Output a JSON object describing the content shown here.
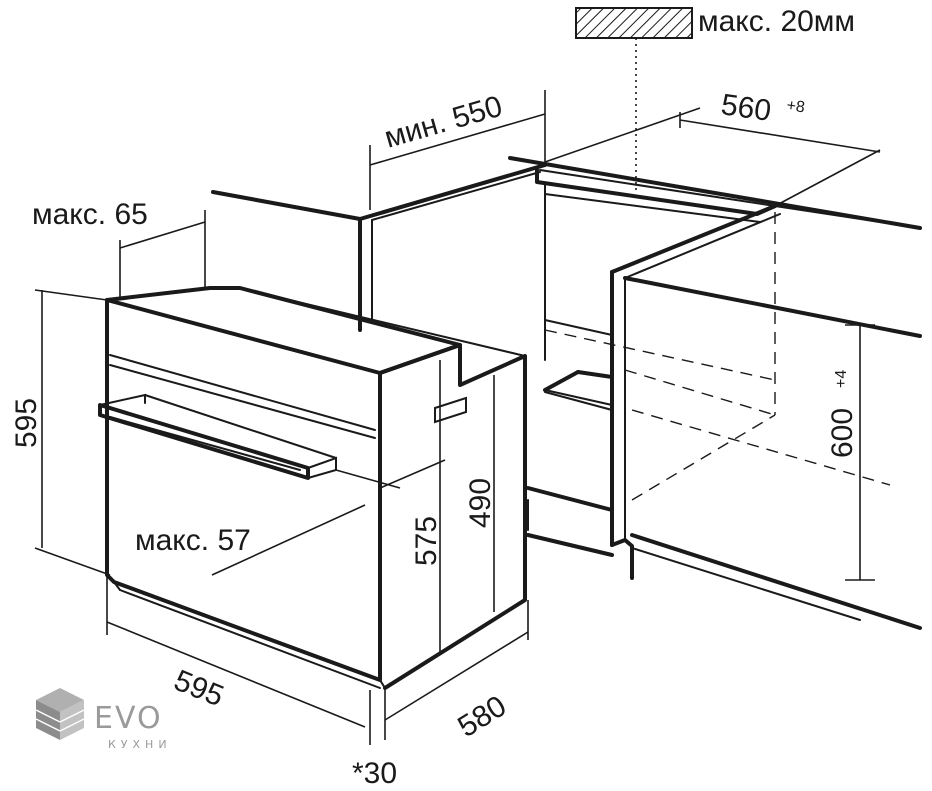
{
  "labels": {
    "max_countertop": "макс. 20мм",
    "min_depth": "мин. 550",
    "niche_width": "560",
    "niche_width_tol": "+8",
    "max_front": "макс. 65",
    "oven_height": "595",
    "niche_height": "600",
    "niche_height_tol": "+4",
    "body_height": "575",
    "inner_height": "490",
    "max_handle": "макс. 57",
    "oven_width": "595",
    "oven_depth": "580",
    "footnote": "*30"
  },
  "logo": {
    "brand": "EVO",
    "sub": "КУХНИ"
  }
}
